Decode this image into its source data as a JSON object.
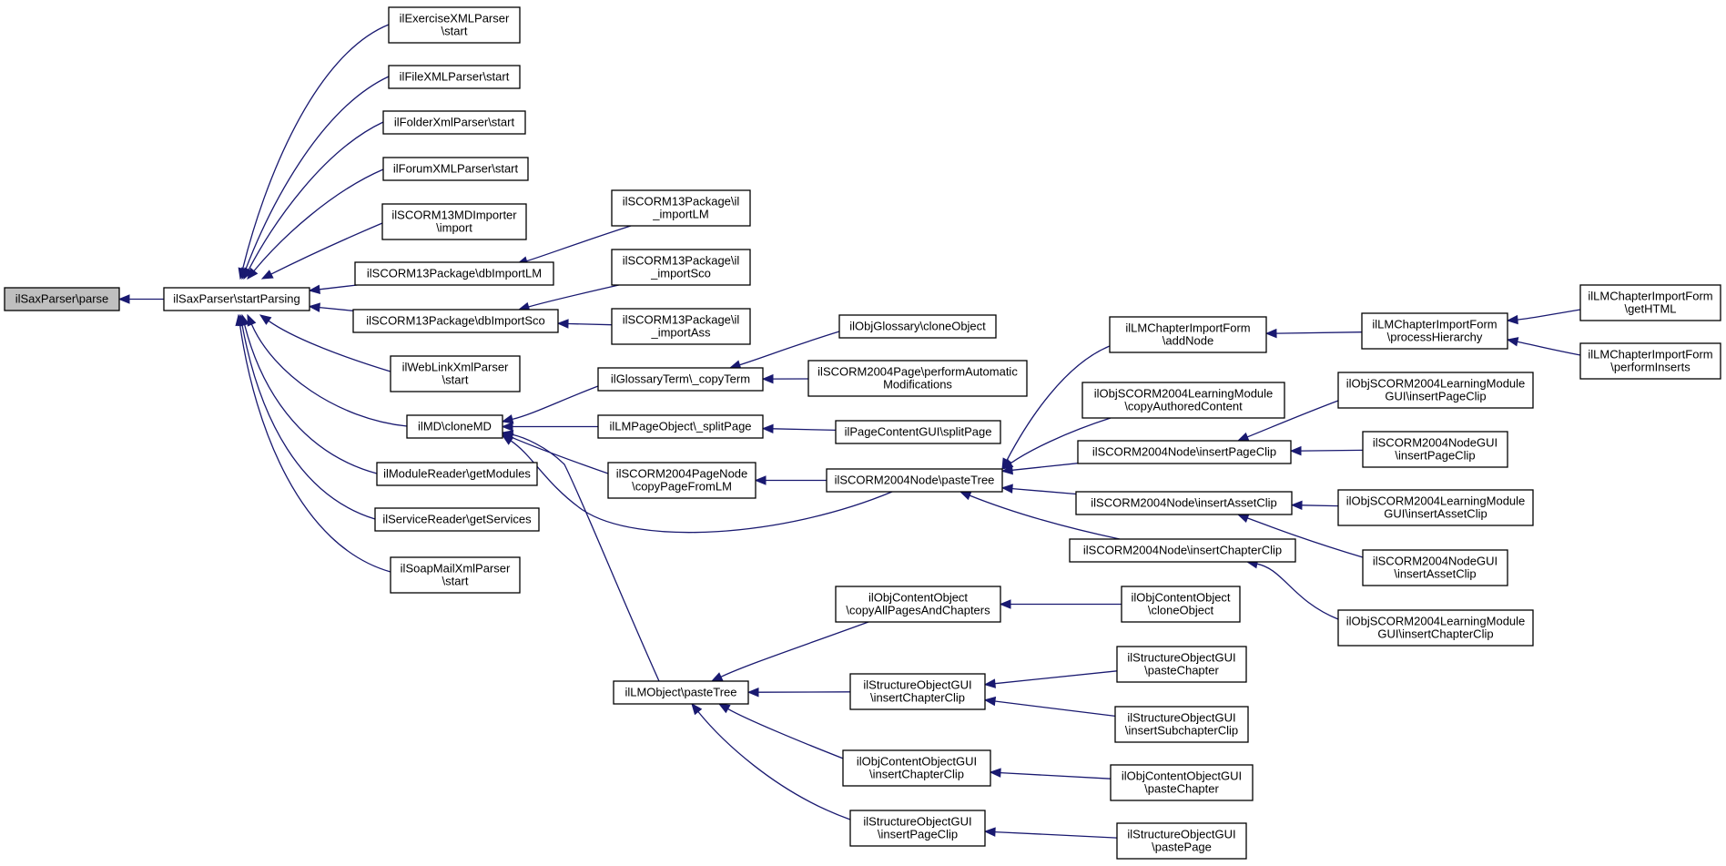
{
  "graph": {
    "root": "sax_parse",
    "nodes": [
      {
        "id": "sax_parse",
        "lines": [
          "ilSaxParser\\parse"
        ],
        "root": true
      },
      {
        "id": "sax_startParsing",
        "lines": [
          "ilSaxParser\\startParsing"
        ]
      },
      {
        "id": "exercise_start",
        "lines": [
          "ilExerciseXMLParser",
          "\\start"
        ]
      },
      {
        "id": "file_start",
        "lines": [
          "ilFileXMLParser\\start"
        ]
      },
      {
        "id": "folder_start",
        "lines": [
          "ilFolderXmlParser\\start"
        ]
      },
      {
        "id": "forum_start",
        "lines": [
          "ilForumXMLParser\\start"
        ]
      },
      {
        "id": "scorm13md_import",
        "lines": [
          "ilSCORM13MDImporter",
          "\\import"
        ]
      },
      {
        "id": "scorm13_dbImportLM",
        "lines": [
          "ilSCORM13Package\\dbImportLM"
        ]
      },
      {
        "id": "scorm13_dbImportSco",
        "lines": [
          "ilSCORM13Package\\dbImportSco"
        ]
      },
      {
        "id": "weblink_start",
        "lines": [
          "ilWebLinkXmlParser",
          "\\start"
        ]
      },
      {
        "id": "md_cloneMD",
        "lines": [
          "ilMD\\cloneMD"
        ]
      },
      {
        "id": "module_getModules",
        "lines": [
          "ilModuleReader\\getModules"
        ]
      },
      {
        "id": "service_getServices",
        "lines": [
          "ilServiceReader\\getServices"
        ]
      },
      {
        "id": "soapmail_start",
        "lines": [
          "ilSoapMailXmlParser",
          "\\start"
        ]
      },
      {
        "id": "scorm13_importLM",
        "lines": [
          "ilSCORM13Package\\il",
          "_importLM"
        ]
      },
      {
        "id": "scorm13_importSco",
        "lines": [
          "ilSCORM13Package\\il",
          "_importSco"
        ]
      },
      {
        "id": "scorm13_importAss",
        "lines": [
          "ilSCORM13Package\\il",
          "_importAss"
        ]
      },
      {
        "id": "glossary_copyTerm",
        "lines": [
          "ilGlossaryTerm\\_copyTerm"
        ]
      },
      {
        "id": "lmpage_splitPage",
        "lines": [
          "ilLMPageObject\\_splitPage"
        ]
      },
      {
        "id": "s2004pagenode_copy",
        "lines": [
          "ilSCORM2004PageNode",
          "\\copyPageFromLM"
        ]
      },
      {
        "id": "lmobject_pasteTree",
        "lines": [
          "ilLMObject\\pasteTree"
        ]
      },
      {
        "id": "objglossary_clone",
        "lines": [
          "ilObjGlossary\\cloneObject"
        ]
      },
      {
        "id": "s2004page_perform",
        "lines": [
          "ilSCORM2004Page\\performAutomatic",
          "Modifications"
        ]
      },
      {
        "id": "pagecontentgui_split",
        "lines": [
          "ilPageContentGUI\\splitPage"
        ]
      },
      {
        "id": "s2004node_pasteTree",
        "lines": [
          "ilSCORM2004Node\\pasteTree"
        ]
      },
      {
        "id": "objcontent_copyAll",
        "lines": [
          "ilObjContentObject",
          "\\copyAllPagesAndChapters"
        ]
      },
      {
        "id": "structgui_insertChapterClip",
        "lines": [
          "ilStructureObjectGUI",
          "\\insertChapterClip"
        ]
      },
      {
        "id": "objcontentgui_insertChapterClip",
        "lines": [
          "ilObjContentObjectGUI",
          "\\insertChapterClip"
        ]
      },
      {
        "id": "structgui_insertPageClip",
        "lines": [
          "ilStructureObjectGUI",
          "\\insertPageClip"
        ]
      },
      {
        "id": "lmchapter_addNode",
        "lines": [
          "ilLMChapterImportForm",
          "\\addNode"
        ]
      },
      {
        "id": "objs2004lm_copyAuthored",
        "lines": [
          "ilObjSCORM2004LearningModule",
          "\\copyAuthoredContent"
        ]
      },
      {
        "id": "s2004node_insertPageClip",
        "lines": [
          "ilSCORM2004Node\\insertPageClip"
        ]
      },
      {
        "id": "s2004node_insertAssetClip",
        "lines": [
          "ilSCORM2004Node\\insertAssetClip"
        ]
      },
      {
        "id": "s2004node_insertChapterClip",
        "lines": [
          "ilSCORM2004Node\\insertChapterClip"
        ]
      },
      {
        "id": "objcontent_cloneObject",
        "lines": [
          "ilObjContentObject",
          "\\cloneObject"
        ]
      },
      {
        "id": "structgui_pasteChapter",
        "lines": [
          "ilStructureObjectGUI",
          "\\pasteChapter"
        ]
      },
      {
        "id": "structgui_insertSubchapterClip",
        "lines": [
          "ilStructureObjectGUI",
          "\\insertSubchapterClip"
        ]
      },
      {
        "id": "objcontentgui_pasteChapter",
        "lines": [
          "ilObjContentObjectGUI",
          "\\pasteChapter"
        ]
      },
      {
        "id": "structgui_pastePage",
        "lines": [
          "ilStructureObjectGUI",
          "\\pastePage"
        ]
      },
      {
        "id": "lmchapter_processHierarchy",
        "lines": [
          "ilLMChapterImportForm",
          "\\processHierarchy"
        ]
      },
      {
        "id": "objs2004lmgui_insertPageClip",
        "lines": [
          "ilObjSCORM2004LearningModule",
          "GUI\\insertPageClip"
        ]
      },
      {
        "id": "s2004nodegui_insertPageClip",
        "lines": [
          "ilSCORM2004NodeGUI",
          "\\insertPageClip"
        ]
      },
      {
        "id": "objs2004lmgui_insertAssetClip",
        "lines": [
          "ilObjSCORM2004LearningModule",
          "GUI\\insertAssetClip"
        ]
      },
      {
        "id": "s2004nodegui_insertAssetClip",
        "lines": [
          "ilSCORM2004NodeGUI",
          "\\insertAssetClip"
        ]
      },
      {
        "id": "objs2004lmgui_insertChapterClip",
        "lines": [
          "ilObjSCORM2004LearningModule",
          "GUI\\insertChapterClip"
        ]
      },
      {
        "id": "lmchapter_getHTML",
        "lines": [
          "ilLMChapterImportForm",
          "\\getHTML"
        ]
      },
      {
        "id": "lmchapter_performInserts",
        "lines": [
          "ilLMChapterImportForm",
          "\\performInserts"
        ]
      }
    ],
    "edges": [
      [
        "sax_startParsing",
        "sax_parse"
      ],
      [
        "exercise_start",
        "sax_startParsing"
      ],
      [
        "file_start",
        "sax_startParsing"
      ],
      [
        "folder_start",
        "sax_startParsing"
      ],
      [
        "forum_start",
        "sax_startParsing"
      ],
      [
        "scorm13md_import",
        "sax_startParsing"
      ],
      [
        "scorm13_dbImportLM",
        "sax_startParsing"
      ],
      [
        "scorm13_dbImportSco",
        "sax_startParsing"
      ],
      [
        "weblink_start",
        "sax_startParsing"
      ],
      [
        "md_cloneMD",
        "sax_startParsing"
      ],
      [
        "module_getModules",
        "sax_startParsing"
      ],
      [
        "service_getServices",
        "sax_startParsing"
      ],
      [
        "soapmail_start",
        "sax_startParsing"
      ],
      [
        "scorm13_importLM",
        "scorm13_dbImportLM"
      ],
      [
        "scorm13_importSco",
        "scorm13_dbImportSco"
      ],
      [
        "scorm13_importAss",
        "scorm13_dbImportSco"
      ],
      [
        "glossary_copyTerm",
        "md_cloneMD"
      ],
      [
        "lmpage_splitPage",
        "md_cloneMD"
      ],
      [
        "s2004pagenode_copy",
        "md_cloneMD"
      ],
      [
        "s2004node_pasteTree",
        "md_cloneMD"
      ],
      [
        "lmobject_pasteTree",
        "md_cloneMD"
      ],
      [
        "objglossary_clone",
        "glossary_copyTerm"
      ],
      [
        "s2004page_perform",
        "glossary_copyTerm"
      ],
      [
        "pagecontentgui_split",
        "lmpage_splitPage"
      ],
      [
        "s2004node_pasteTree",
        "s2004pagenode_copy"
      ],
      [
        "lmchapter_addNode",
        "s2004node_pasteTree"
      ],
      [
        "objs2004lm_copyAuthored",
        "s2004node_pasteTree"
      ],
      [
        "s2004node_insertPageClip",
        "s2004node_pasteTree"
      ],
      [
        "s2004node_insertAssetClip",
        "s2004node_pasteTree"
      ],
      [
        "s2004node_insertChapterClip",
        "s2004node_pasteTree"
      ],
      [
        "lmchapter_processHierarchy",
        "lmchapter_addNode"
      ],
      [
        "lmchapter_getHTML",
        "lmchapter_processHierarchy"
      ],
      [
        "lmchapter_performInserts",
        "lmchapter_processHierarchy"
      ],
      [
        "objs2004lmgui_insertPageClip",
        "s2004node_insertPageClip"
      ],
      [
        "s2004nodegui_insertPageClip",
        "s2004node_insertPageClip"
      ],
      [
        "objs2004lmgui_insertAssetClip",
        "s2004node_insertAssetClip"
      ],
      [
        "s2004nodegui_insertAssetClip",
        "s2004node_insertAssetClip"
      ],
      [
        "objs2004lmgui_insertChapterClip",
        "s2004node_insertChapterClip"
      ],
      [
        "objcontent_copyAll",
        "lmobject_pasteTree"
      ],
      [
        "structgui_insertChapterClip",
        "lmobject_pasteTree"
      ],
      [
        "objcontentgui_insertChapterClip",
        "lmobject_pasteTree"
      ],
      [
        "structgui_insertPageClip",
        "lmobject_pasteTree"
      ],
      [
        "objcontent_cloneObject",
        "objcontent_copyAll"
      ],
      [
        "structgui_pasteChapter",
        "structgui_insertChapterClip"
      ],
      [
        "structgui_insertSubchapterClip",
        "structgui_insertChapterClip"
      ],
      [
        "objcontentgui_pasteChapter",
        "objcontentgui_insertChapterClip"
      ],
      [
        "structgui_pastePage",
        "structgui_insertPageClip"
      ]
    ]
  },
  "colors": {
    "edge": "#191970",
    "node_border": "#000000",
    "root_fill": "#bfbfbf",
    "node_fill": "#ffffff"
  }
}
